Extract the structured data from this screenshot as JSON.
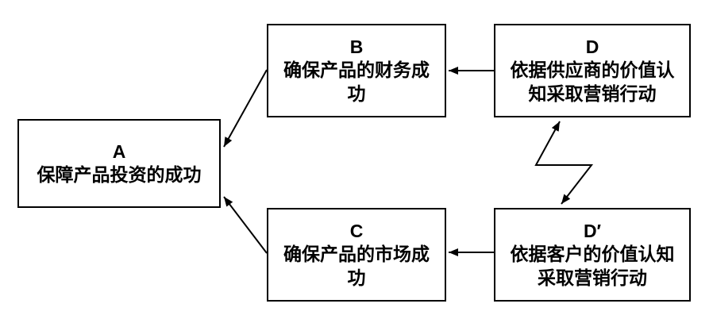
{
  "diagram": {
    "colors": {
      "background": "#ffffff",
      "stroke": "#000000",
      "text": "#000000"
    },
    "nodes": [
      {
        "id": "A",
        "label": "A",
        "text": "保障产品投资的成功"
      },
      {
        "id": "B",
        "label": "B",
        "text": "确保产品的财务成\n功"
      },
      {
        "id": "C",
        "label": "C",
        "text": "确保产品的市场成\n功"
      },
      {
        "id": "D",
        "label": "D",
        "text": "依据供应商的价值认\n知采取营销行动"
      },
      {
        "id": "D′",
        "label": "D′",
        "text": "依据客户的价值认知\n采取营销行动"
      }
    ],
    "edges": [
      {
        "from": "D",
        "to": "B",
        "style": "arrow"
      },
      {
        "from": "D′",
        "to": "C",
        "style": "arrow"
      },
      {
        "from": "B",
        "to": "A",
        "style": "arrow"
      },
      {
        "from": "C",
        "to": "A",
        "style": "arrow"
      },
      {
        "from": "D",
        "to": "D′",
        "style": "zigzag-double-arrow"
      }
    ]
  }
}
